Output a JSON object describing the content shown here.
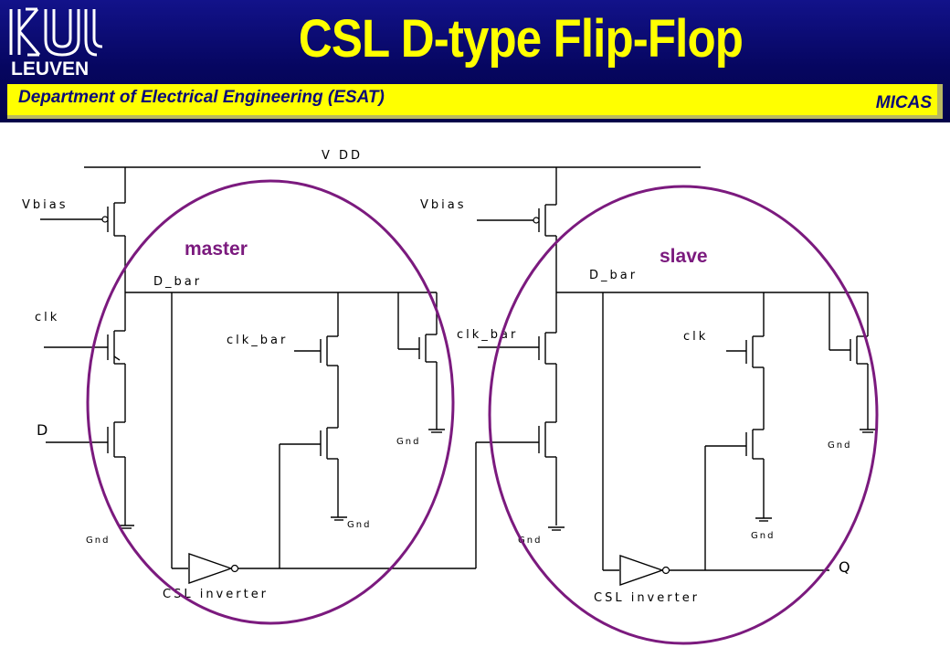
{
  "header": {
    "logo_text": "LEUVEN",
    "title": "CSL  D-type Flip-Flop",
    "department": "Department of Electrical Engineering (ESAT)",
    "group": "MICAS"
  },
  "colors": {
    "header_bg": "#06065e",
    "title": "#ffff00",
    "bar": "#ffff00",
    "accent_purple": "#7b1a7e"
  },
  "circuit": {
    "vdd": "V DD",
    "master": {
      "section": "master",
      "vbias": "Vbias",
      "dbar": "D_bar",
      "clk": "clk",
      "d": "D",
      "clk_bar": "clk_bar",
      "gnd_left": "Gnd",
      "gnd_mid": "Gnd",
      "gnd_right": "Gnd",
      "inverter": "CSL inverter"
    },
    "slave": {
      "section": "slave",
      "vbias": "Vbias",
      "dbar": "D_bar",
      "clk_bar": "clk_bar",
      "clk": "clk",
      "gnd_left": "Gnd",
      "gnd_mid": "Gnd",
      "gnd_right": "Gnd",
      "inverter": "CSL inverter",
      "q": "Q"
    }
  }
}
